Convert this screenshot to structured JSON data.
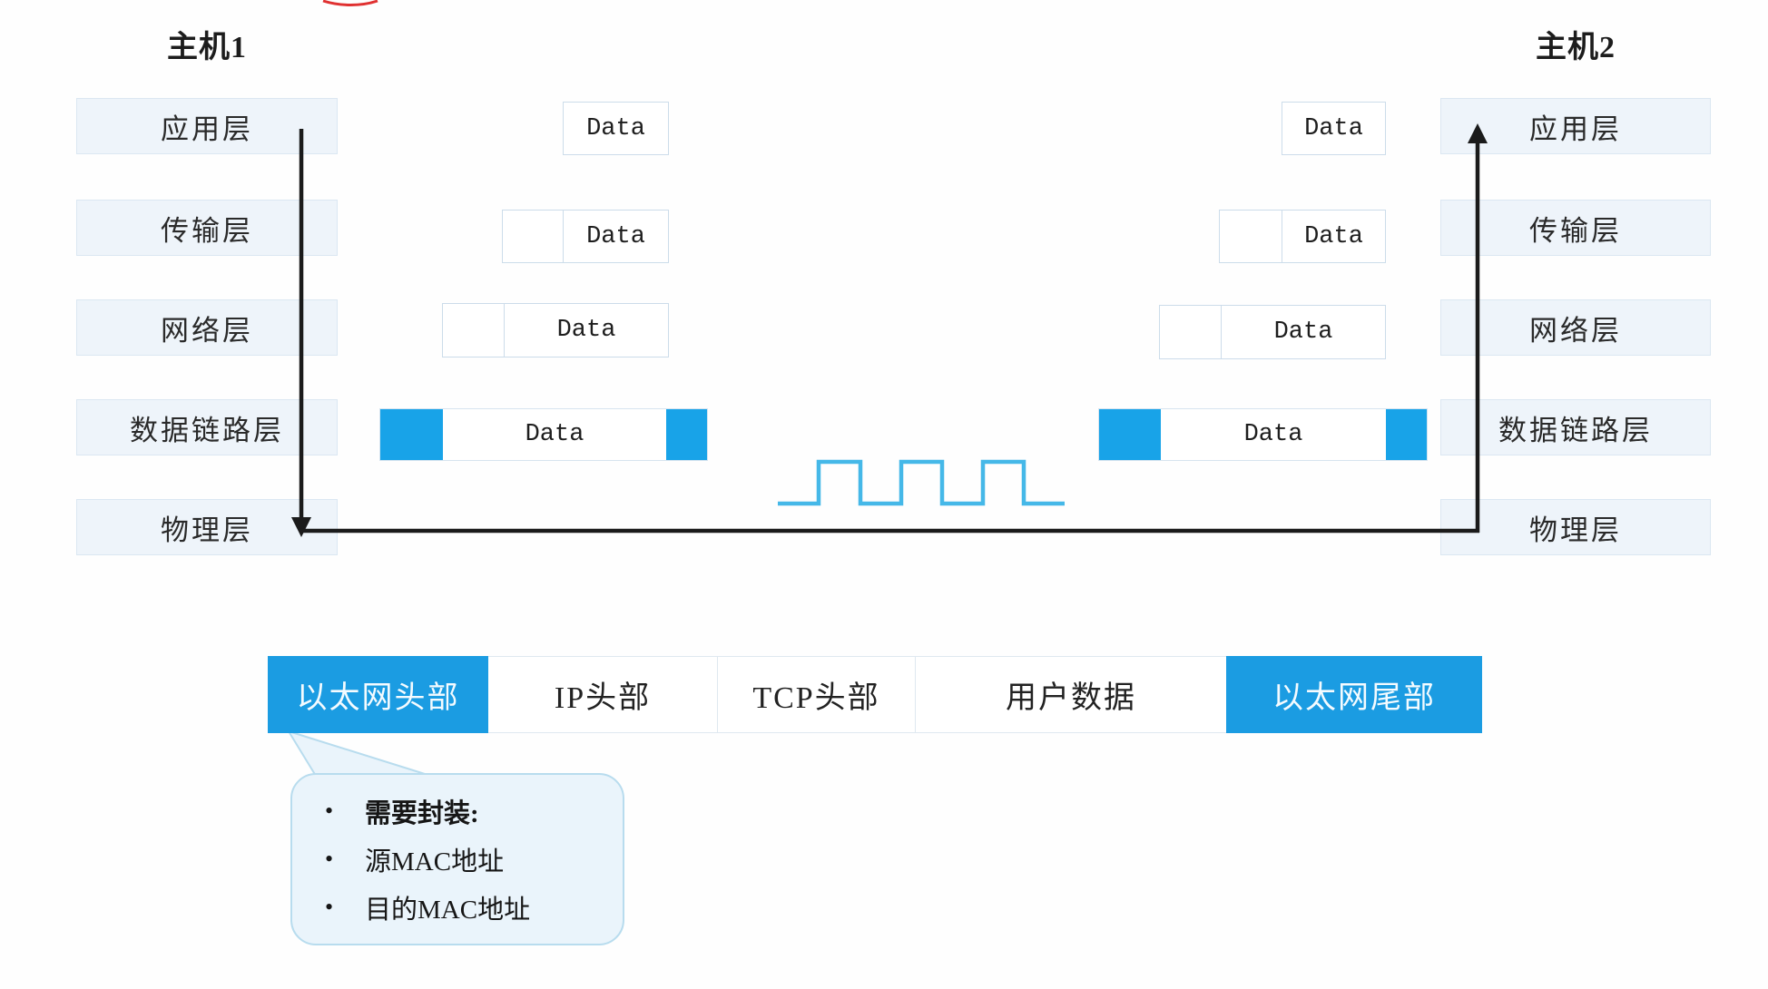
{
  "hosts": {
    "host1": {
      "title": "主机1",
      "layers": [
        "应用层",
        "传输层",
        "网络层",
        "数据链路层",
        "物理层"
      ]
    },
    "host2": {
      "title": "主机2",
      "layers": [
        "应用层",
        "传输层",
        "网络层",
        "数据链路层",
        "物理层"
      ]
    }
  },
  "data_label": "Data",
  "frame": {
    "segments": [
      {
        "label": "以太网头部",
        "style": "blue"
      },
      {
        "label": "IP头部",
        "style": "plain"
      },
      {
        "label": "TCP头部",
        "style": "plain"
      },
      {
        "label": "用户数据",
        "style": "plain"
      },
      {
        "label": "以太网尾部",
        "style": "blue"
      }
    ]
  },
  "callout": {
    "items": [
      {
        "text": "需要封装:"
      },
      {
        "text": "源MAC地址"
      },
      {
        "text": "目的MAC地址"
      }
    ]
  },
  "colors": {
    "accent_blue": "#18a3e8",
    "frame_blue": "#1b9ce2",
    "wave_blue": "#45b8e8",
    "layer_box_fill": "#eef4fa",
    "layer_box_border": "#dbe7f2",
    "callout_fill": "#eaf4fb",
    "callout_border": "#b8dcee",
    "arrow_black": "#1b1b1b",
    "red_mark": "#e03131"
  }
}
